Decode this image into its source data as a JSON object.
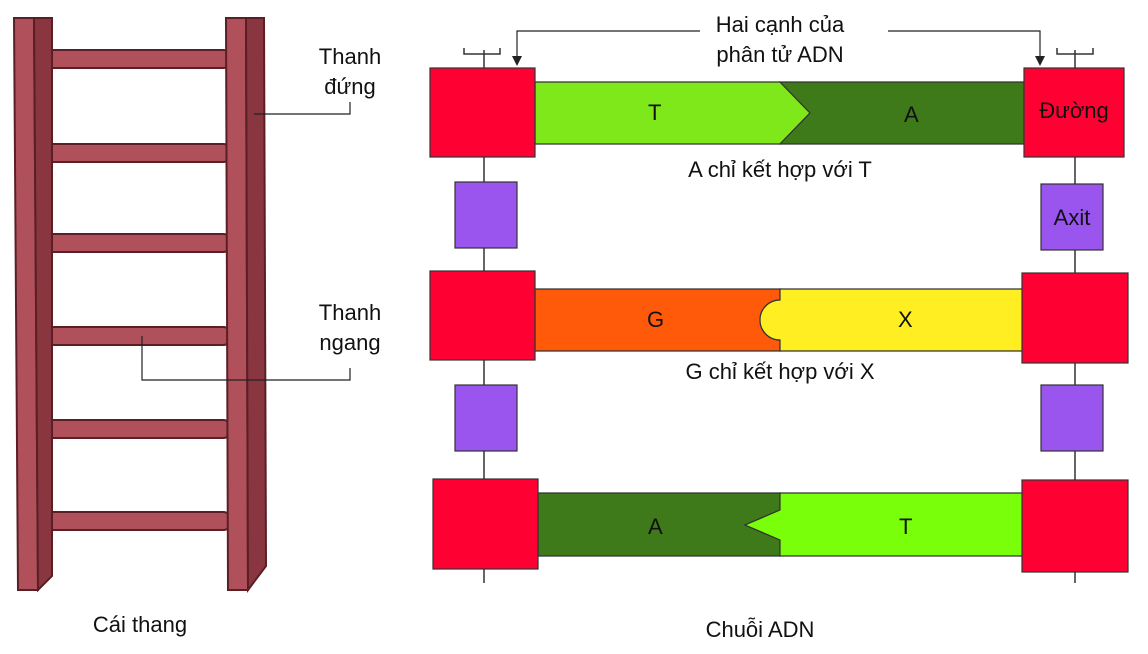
{
  "ladder": {
    "caption": "Cái thang",
    "upright_label_line1": "Thanh",
    "upright_label_line2": "đứng",
    "rung_label_line1": "Thanh",
    "rung_label_line2": "ngang",
    "wood_color": "#b0505a",
    "wood_dark": "#7a2a33"
  },
  "dna": {
    "caption": "Chuỗi ADN",
    "strands_label_line1": "Hai cạnh của",
    "strands_label_line2": "phân tử ADN",
    "sugar_label": "Đường",
    "acid_label": "Axit",
    "pairs": [
      {
        "left": "T",
        "right": "A",
        "left_color": "#7fe81a",
        "right_color": "#3f7a1a",
        "caption": "A chỉ kết hợp với T"
      },
      {
        "left": "G",
        "right": "X",
        "left_color": "#ff5a0a",
        "right_color": "#ffee22",
        "caption": "G chỉ kết hợp với X"
      },
      {
        "left": "A",
        "right": "T",
        "left_color": "#3f7a1a",
        "right_color": "#7aff0a",
        "caption": ""
      }
    ],
    "sugar_color": "#ff0033",
    "acid_color": "#9955ee"
  }
}
